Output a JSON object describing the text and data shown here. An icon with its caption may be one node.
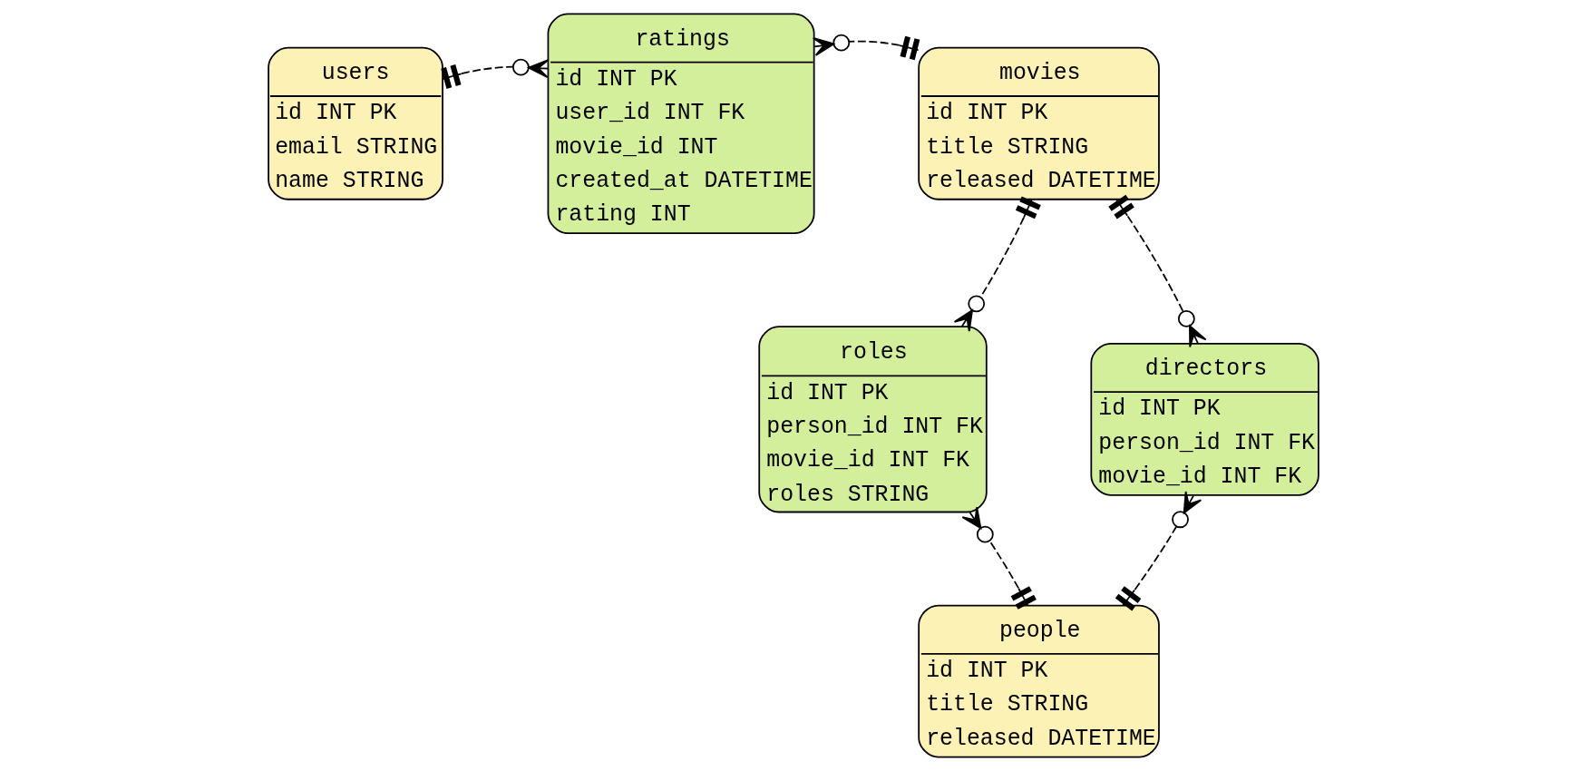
{
  "diagram": {
    "nodes": [
      {
        "text": [
          "users",
          "id INT PK",
          "email STRING",
          "name STRING"
        ]
      },
      {
        "text": [
          "ratings",
          "id INT PK",
          "user_id INT FK",
          "movie_id INT",
          "created_at DATETIME",
          "rating INT"
        ]
      },
      {
        "text": [
          "movies",
          "id INT PK",
          "title STRING",
          "released DATETIME"
        ]
      },
      {
        "text": [
          "roles",
          "id INT PK",
          "person_id INT FK",
          "movie_id INT FK",
          "roles STRING"
        ]
      },
      {
        "text": [
          "directors",
          "id INT PK",
          "person_id INT FK",
          "movie_id INT FK"
        ]
      },
      {
        "text": [
          "people",
          "id INT PK",
          "title STRING",
          "released DATETIME"
        ]
      }
    ],
    "edges": [
      {
        "from": 0,
        "to": 1,
        "arrow": "other",
        "style": "dashed"
      },
      {
        "from": 2,
        "to": 1,
        "arrow": "other",
        "style": "dashed"
      },
      {
        "from": 2,
        "to": 3,
        "arrow": "other",
        "style": "dashed"
      },
      {
        "from": 2,
        "to": 4,
        "arrow": "other",
        "style": "dashed"
      },
      {
        "from": 5,
        "to": 3,
        "arrow": "other",
        "style": "dashed"
      },
      {
        "from": 5,
        "to": 4,
        "arrow": "other",
        "style": "dashed"
      }
    ]
  }
}
